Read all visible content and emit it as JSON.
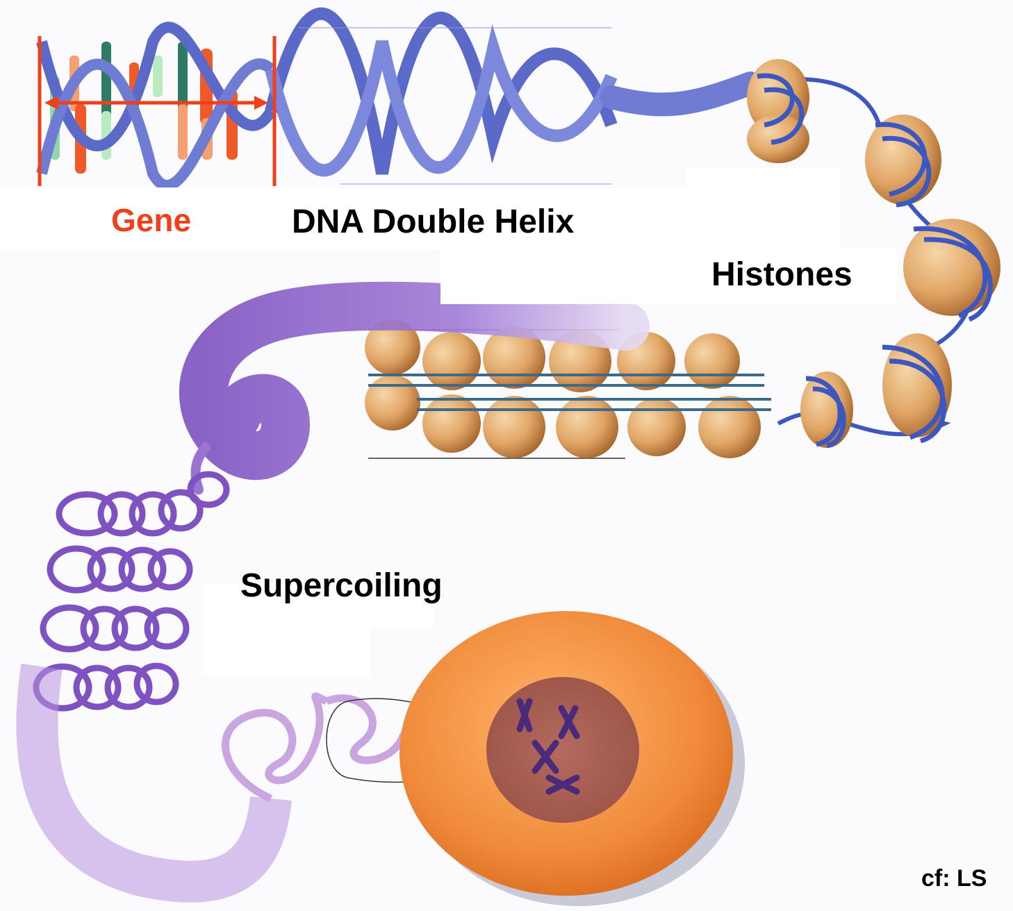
{
  "labels": {
    "gene": "Gene",
    "dna_double_helix": "DNA Double Helix",
    "histones": "Histones",
    "supercoiling": "Supercoiling",
    "citation": "cf: LS"
  },
  "colors": {
    "gene_marker": "#f0401a",
    "dna_strand": "#5866c4",
    "histone": "#e0a565",
    "fiber_purple": "#8c66c8",
    "light_purple": "#d6b6e6",
    "cell": "#f08a3a",
    "nucleus": "#b8685a",
    "chromosome": "#4a2a7a"
  },
  "icons": {
    "gene_span": "double-headed-arrow"
  }
}
